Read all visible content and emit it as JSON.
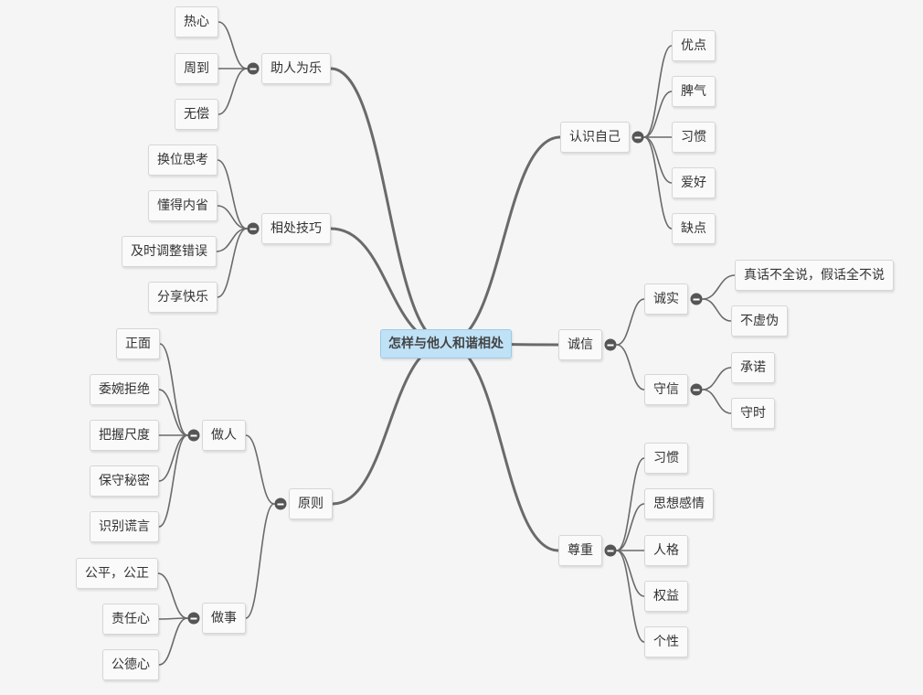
{
  "root": "怎样与他人和谐相处",
  "left": [
    {
      "label": "助人为乐",
      "children": [
        {
          "label": "热心"
        },
        {
          "label": "周到"
        },
        {
          "label": "无偿"
        }
      ]
    },
    {
      "label": "相处技巧",
      "children": [
        {
          "label": "换位思考"
        },
        {
          "label": "懂得内省"
        },
        {
          "label": "及时调整错误"
        },
        {
          "label": "分享快乐"
        }
      ]
    },
    {
      "label": "原则",
      "children": [
        {
          "label": "做人",
          "children": [
            {
              "label": "正面"
            },
            {
              "label": "委婉拒绝"
            },
            {
              "label": "把握尺度"
            },
            {
              "label": "保守秘密"
            },
            {
              "label": "识别谎言"
            }
          ]
        },
        {
          "label": "做事",
          "children": [
            {
              "label": "公平，公正"
            },
            {
              "label": "责任心"
            },
            {
              "label": "公德心"
            }
          ]
        }
      ]
    }
  ],
  "right": [
    {
      "label": "认识自己",
      "children": [
        {
          "label": "优点"
        },
        {
          "label": "脾气"
        },
        {
          "label": "习惯"
        },
        {
          "label": "爱好"
        },
        {
          "label": "缺点"
        }
      ]
    },
    {
      "label": "诚信",
      "children": [
        {
          "label": "诚实",
          "children": [
            {
              "label": "真话不全说，假话全不说"
            },
            {
              "label": "不虚伪"
            }
          ]
        },
        {
          "label": "守信",
          "children": [
            {
              "label": "承诺"
            },
            {
              "label": "守时"
            }
          ]
        }
      ]
    },
    {
      "label": "尊重",
      "children": [
        {
          "label": "习惯"
        },
        {
          "label": "思想感情"
        },
        {
          "label": "人格"
        },
        {
          "label": "权益"
        },
        {
          "label": "个性"
        }
      ]
    }
  ]
}
